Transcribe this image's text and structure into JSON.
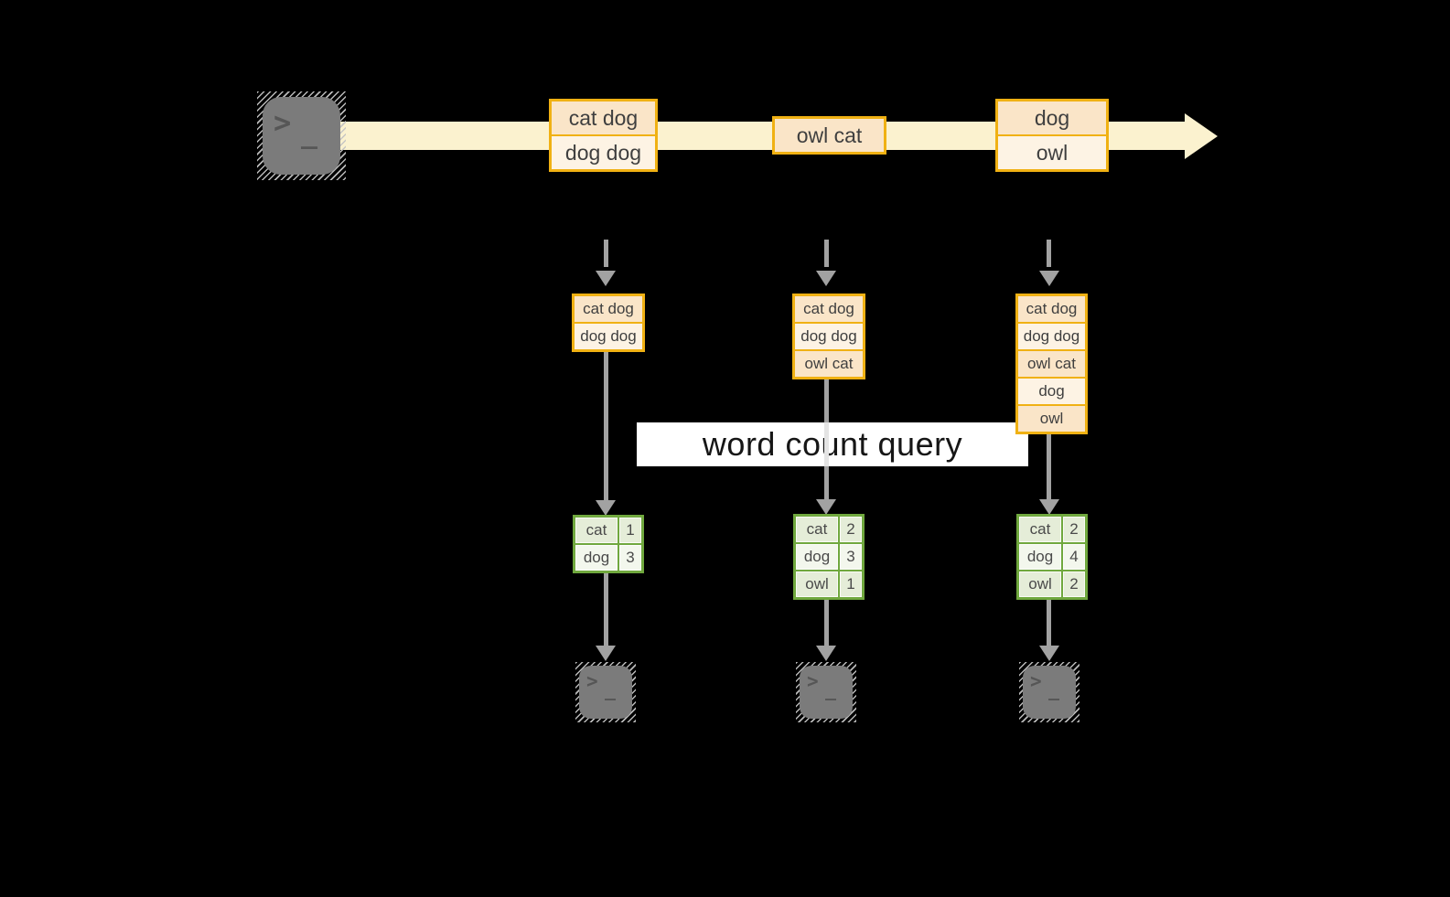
{
  "query": {
    "label": "word count query"
  },
  "stream": {
    "source_icon": "terminal-icon",
    "batches": [
      {
        "items": [
          "cat dog",
          "dog dog"
        ]
      },
      {
        "items": [
          "owl cat"
        ]
      },
      {
        "items": [
          "dog",
          "owl"
        ]
      }
    ]
  },
  "columns": [
    {
      "window": [
        "cat dog",
        "dog dog"
      ],
      "counts": [
        {
          "word": "cat",
          "count": "1"
        },
        {
          "word": "dog",
          "count": "3"
        }
      ],
      "sink_icon": "terminal-icon"
    },
    {
      "window": [
        "cat dog",
        "dog dog",
        "owl cat"
      ],
      "counts": [
        {
          "word": "cat",
          "count": "2"
        },
        {
          "word": "dog",
          "count": "3"
        },
        {
          "word": "owl",
          "count": "1"
        }
      ],
      "sink_icon": "terminal-icon"
    },
    {
      "window": [
        "cat dog",
        "dog dog",
        "owl cat",
        "dog",
        "owl"
      ],
      "counts": [
        {
          "word": "cat",
          "count": "2"
        },
        {
          "word": "dog",
          "count": "4"
        },
        {
          "word": "owl",
          "count": "2"
        }
      ],
      "sink_icon": "terminal-icon"
    }
  ],
  "glyphs": {
    "prompt": ">",
    "cursor": "_"
  },
  "colors": {
    "background": "#000000",
    "band": "#FBF2CF",
    "box_border": "#F0B113",
    "box_fill_dark": "#FAE5C8",
    "box_fill_light": "#FDF3E4",
    "table_border": "#70A83E",
    "table_fill_dark": "#E5EDD8",
    "table_fill_light": "#F3F7ED",
    "arrow_gray": "#A2A2A2",
    "terminal_gray": "#7B7B7B"
  }
}
